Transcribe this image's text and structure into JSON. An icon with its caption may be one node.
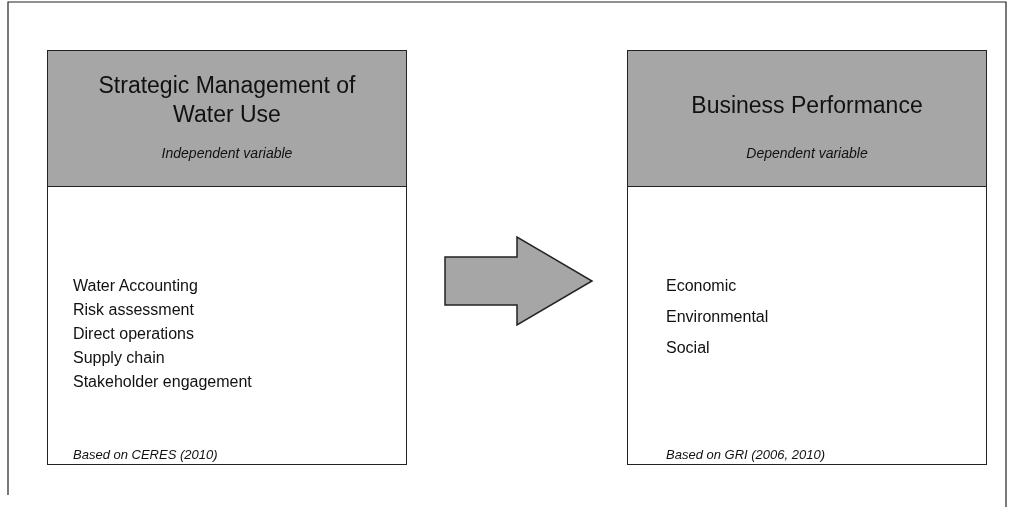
{
  "diagram": {
    "nodes": [
      {
        "text": [
          "Strategic Management of Water Use",
          "Independent variable",
          "Water Accounting",
          "Risk assessment",
          "Direct operations",
          "Supply chain",
          "Stakeholder engagement",
          "Based on CERES (2010)"
        ]
      },
      {
        "text": [
          "Business Performance",
          "Dependent variable",
          "Economic",
          "Environmental",
          "Social",
          "Based on GRI (2006, 2010)"
        ]
      }
    ],
    "edges": [
      {
        "from": 0,
        "to": 1,
        "arrow": "to",
        "style": "thick"
      }
    ]
  }
}
